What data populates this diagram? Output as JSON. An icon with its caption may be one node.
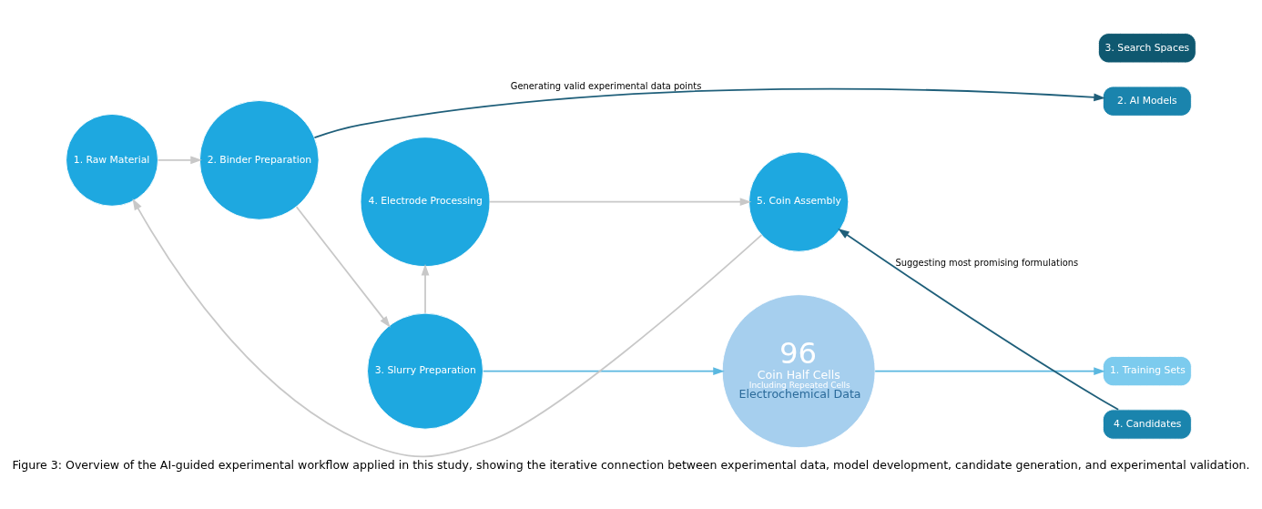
{
  "diagram": {
    "caption": "Figure 3: Overview of the AI-guided experimental workflow applied in this study, showing the iterative connection between experimental data, model development, candidate generation, and experimental validation.",
    "nodes": [
      {
        "text": [
          "1. Raw Material"
        ]
      },
      {
        "text": [
          "2. Binder Preparation"
        ]
      },
      {
        "text": [
          "3. Slurry Preparation"
        ]
      },
      {
        "text": [
          "4. Electrode Processing"
        ]
      },
      {
        "text": [
          "5. Coin Assembly"
        ]
      },
      {
        "text": [
          "96",
          "Coin Half Cells",
          "Including Repeated Cells",
          "Electrochemical Data"
        ]
      },
      {
        "text": [
          "1. Training Sets"
        ]
      },
      {
        "text": [
          "2. AI Models"
        ]
      },
      {
        "text": [
          "3. Search Spaces"
        ]
      },
      {
        "text": [
          "4. Candidates"
        ]
      }
    ],
    "edges": [
      {
        "from": 0,
        "to": 1,
        "arrow": "to"
      },
      {
        "from": 1,
        "to": 2,
        "arrow": "to"
      },
      {
        "from": 2,
        "to": 3,
        "arrow": "to"
      },
      {
        "from": 3,
        "to": 4,
        "arrow": "to"
      },
      {
        "from": 4,
        "to": 0,
        "arrow": "to"
      },
      {
        "from": 2,
        "to": 5,
        "arrow": "to",
        "color": "#5bb8e0"
      },
      {
        "from": 5,
        "to": 6,
        "arrow": "to",
        "color": "#5bb8e0"
      },
      {
        "from": 1,
        "to": 7,
        "label": "Generating valid experimental data points",
        "arrow": "to",
        "color": "#1f5f7a"
      },
      {
        "from": 9,
        "to": 4,
        "label": "Suggesting most promising formulations",
        "arrow": "to",
        "color": "#1f5f7a"
      }
    ]
  }
}
